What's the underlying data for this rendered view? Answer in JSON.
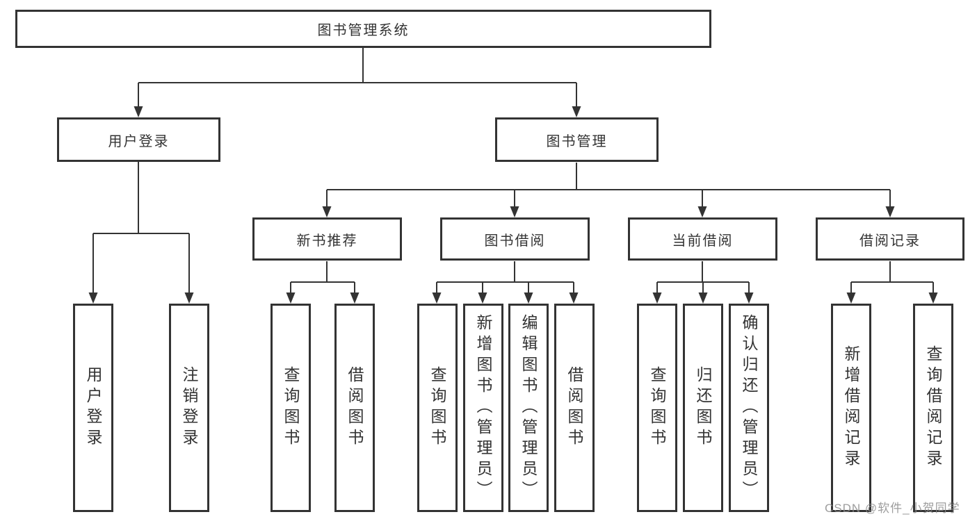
{
  "diagram": {
    "root": {
      "label": "图书管理系统"
    },
    "level2": [
      {
        "id": "user-login",
        "label": "用户登录"
      },
      {
        "id": "book-management",
        "label": "图书管理"
      }
    ],
    "level3": [
      {
        "id": "new-book-recommend",
        "label": "新书推荐"
      },
      {
        "id": "book-borrowing",
        "label": "图书借阅"
      },
      {
        "id": "current-borrowing",
        "label": "当前借阅"
      },
      {
        "id": "borrowing-records",
        "label": "借阅记录"
      }
    ],
    "leaves": [
      {
        "group": "用户登录",
        "label": "用户登录"
      },
      {
        "group": "用户登录",
        "label": "注销登录"
      },
      {
        "group": "新书推荐",
        "label": "查询图书"
      },
      {
        "group": "新书推荐",
        "label": "借阅图书"
      },
      {
        "group": "图书借阅",
        "label": "查询图书"
      },
      {
        "group": "图书借阅",
        "label": "新增图书（管理员）"
      },
      {
        "group": "图书借阅",
        "label": "编辑图书（管理员）"
      },
      {
        "group": "图书借阅",
        "label": "借阅图书"
      },
      {
        "group": "当前借阅",
        "label": "查询图书"
      },
      {
        "group": "当前借阅",
        "label": "归还图书"
      },
      {
        "group": "当前借阅",
        "label": "确认归还（管理员）"
      },
      {
        "group": "借阅记录",
        "label": "新增借阅记录"
      },
      {
        "group": "借阅记录",
        "label": "查询借阅记录"
      }
    ]
  },
  "watermark": {
    "text": "CSDN @软件_小贺同学"
  },
  "colors": {
    "line": "#333333",
    "text": "#333333",
    "background": "#ffffff",
    "watermark": "#8c8c8c"
  }
}
